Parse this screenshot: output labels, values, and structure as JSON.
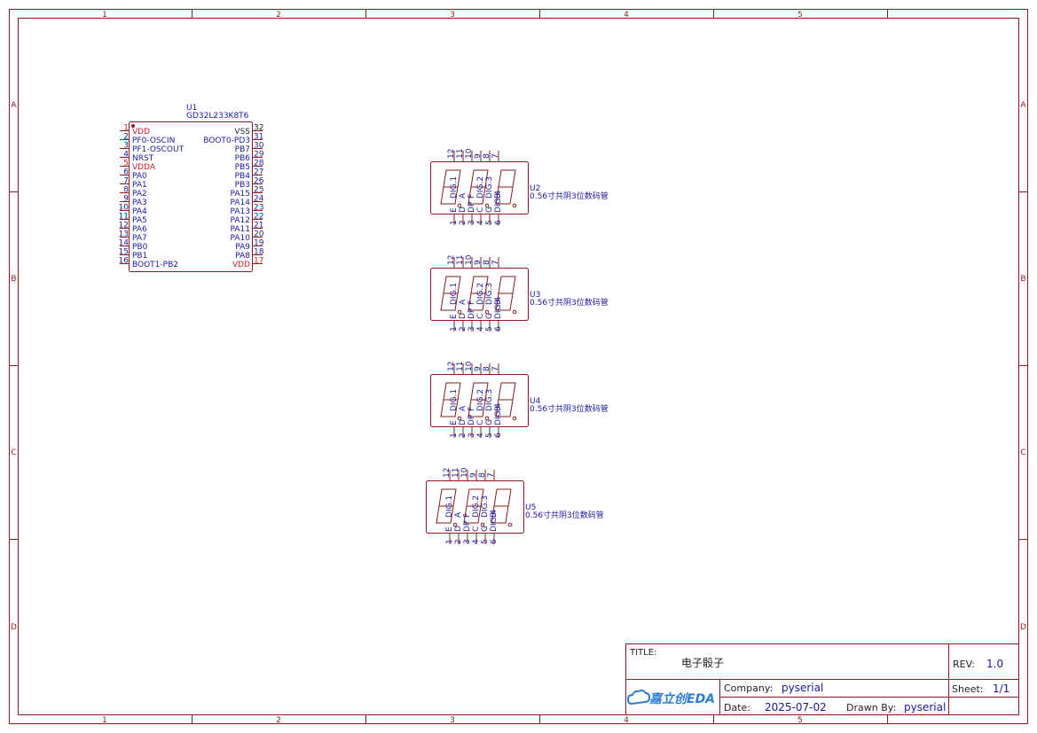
{
  "border": {
    "col_labels": [
      "1",
      "2",
      "3",
      "4",
      "5"
    ],
    "row_labels": [
      "A",
      "B",
      "C",
      "D"
    ]
  },
  "u1": {
    "designator": "U1",
    "part": "GD32L233K8T6",
    "left_pins": [
      {
        "num": "1",
        "name": "VDD",
        "power": true
      },
      {
        "num": "2",
        "name": "PF0-OSCIN",
        "power": false
      },
      {
        "num": "3",
        "name": "PF1-OSCOUT",
        "power": false
      },
      {
        "num": "4",
        "name": "NRST",
        "power": false
      },
      {
        "num": "5",
        "name": "VDDA",
        "power": true
      },
      {
        "num": "6",
        "name": "PA0",
        "power": false
      },
      {
        "num": "7",
        "name": "PA1",
        "power": false
      },
      {
        "num": "8",
        "name": "PA2",
        "power": false
      },
      {
        "num": "9",
        "name": "PA3",
        "power": false
      },
      {
        "num": "10",
        "name": "PA4",
        "power": false
      },
      {
        "num": "11",
        "name": "PA5",
        "power": false
      },
      {
        "num": "12",
        "name": "PA6",
        "power": false
      },
      {
        "num": "13",
        "name": "PA7",
        "power": false
      },
      {
        "num": "14",
        "name": "PB0",
        "power": false
      },
      {
        "num": "15",
        "name": "PB1",
        "power": false
      },
      {
        "num": "16",
        "name": "BOOT1-PB2",
        "power": false
      }
    ],
    "right_pins": [
      {
        "num": "32",
        "name": "VSS",
        "power": false,
        "ground": true
      },
      {
        "num": "31",
        "name": "BOOT0-PD3",
        "power": false
      },
      {
        "num": "30",
        "name": "PB7",
        "power": false
      },
      {
        "num": "29",
        "name": "PB6",
        "power": false
      },
      {
        "num": "28",
        "name": "PB5",
        "power": false
      },
      {
        "num": "27",
        "name": "PB4",
        "power": false
      },
      {
        "num": "26",
        "name": "PB3",
        "power": false
      },
      {
        "num": "25",
        "name": "PA15",
        "power": false
      },
      {
        "num": "24",
        "name": "PA14",
        "power": false
      },
      {
        "num": "23",
        "name": "PA13",
        "power": false
      },
      {
        "num": "22",
        "name": "PA12",
        "power": false
      },
      {
        "num": "21",
        "name": "PA11",
        "power": false
      },
      {
        "num": "20",
        "name": "PA10",
        "power": false
      },
      {
        "num": "19",
        "name": "PA9",
        "power": false
      },
      {
        "num": "18",
        "name": "PA8",
        "power": false
      },
      {
        "num": "17",
        "name": "VDD",
        "power": true
      }
    ]
  },
  "displays": [
    {
      "designator": "U2",
      "part": "0.56寸共阴3位数码管"
    },
    {
      "designator": "U3",
      "part": "0.56寸共阴3位数码管"
    },
    {
      "designator": "U4",
      "part": "0.56寸共阴3位数码管"
    },
    {
      "designator": "U5",
      "part": "0.56寸共阴3位数码管"
    }
  ],
  "display_pins": {
    "top_nums": [
      "12",
      "11",
      "10",
      "9",
      "8",
      "7"
    ],
    "top_names": [
      "DIG.1",
      "A",
      "F",
      "DIG.2",
      "DIG.3",
      "B"
    ],
    "bottom_nums": [
      "1",
      "2",
      "3",
      "4",
      "5",
      "6"
    ],
    "bottom_names": [
      "E",
      "D",
      "DP",
      "C",
      "G",
      "DIG.4"
    ]
  },
  "title_block": {
    "title_label": "TITLE:",
    "title": "电子骰子",
    "rev_label": "REV:",
    "rev": "1.0",
    "company_label": "Company:",
    "company": "pyserial",
    "sheet_label": "Sheet:",
    "sheet": "1/1",
    "date_label": "Date:",
    "date": "2025-07-02",
    "drawn_label": "Drawn By:",
    "drawn_by": "pyserial",
    "logo_text": "嘉立创EDA"
  }
}
